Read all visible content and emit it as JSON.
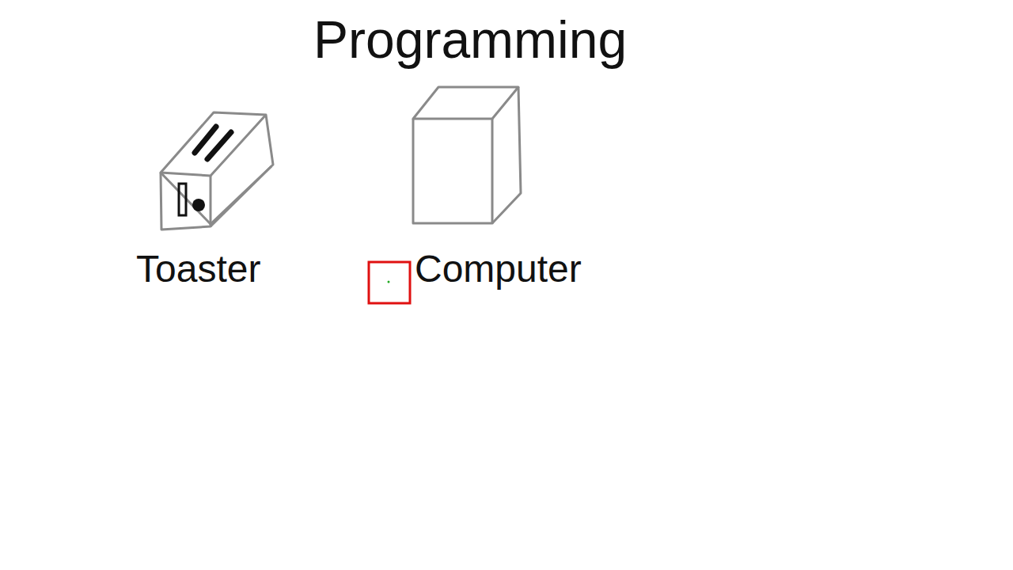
{
  "diagram": {
    "title": "Programming",
    "labels": [
      "Toaster",
      "Computer"
    ]
  }
}
